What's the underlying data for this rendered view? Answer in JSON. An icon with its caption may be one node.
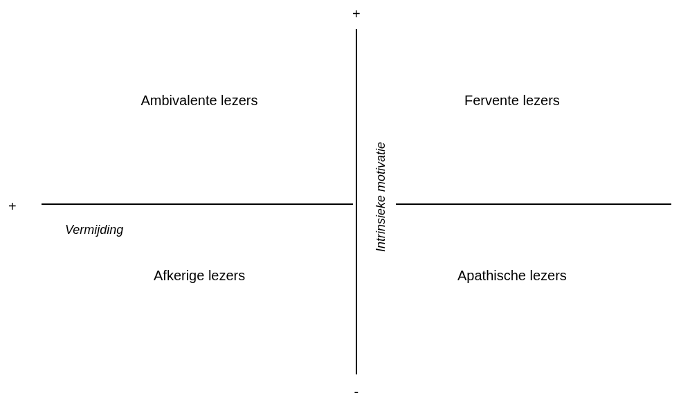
{
  "diagram": {
    "labels": [
      "+",
      "Ambivalente lezers",
      "Fervente lezers",
      "Intrinsieke motivatie",
      "+",
      "Vermijding",
      "Afkerige lezers",
      "Apathische lezers",
      "-"
    ]
  }
}
